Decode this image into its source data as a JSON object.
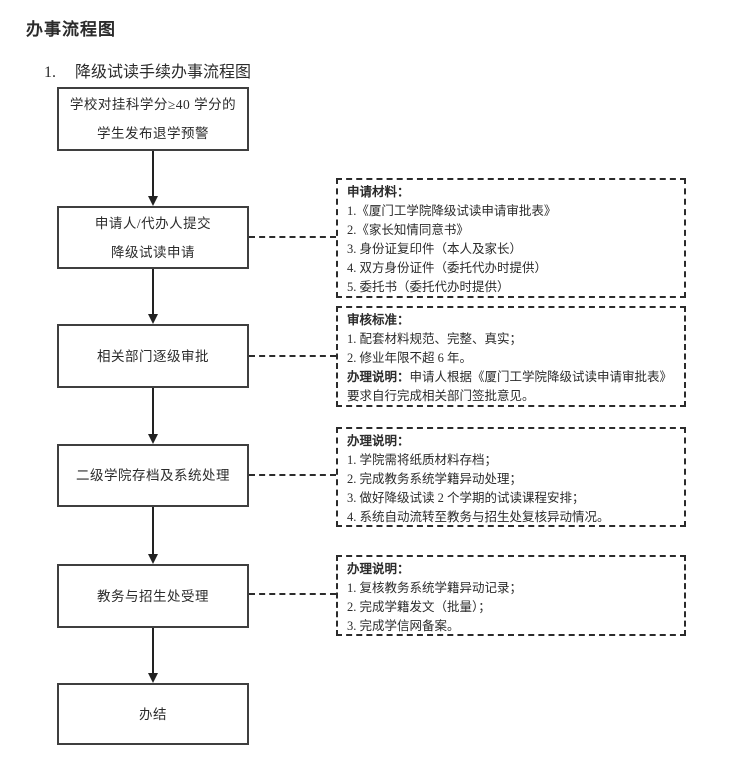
{
  "page": {
    "title": "办事流程图",
    "list_number": "1.",
    "list_title": "降级试读手续办事流程图"
  },
  "flow": {
    "steps": [
      {
        "lines": [
          "学校对挂科学分≥40 学分的",
          "学生发布退学预警"
        ]
      },
      {
        "lines": [
          "申请人/代办人提交",
          "降级试读申请"
        ]
      },
      {
        "lines": [
          "相关部门逐级审批"
        ]
      },
      {
        "lines": [
          "二级学院存档及系统处理"
        ]
      },
      {
        "lines": [
          "教务与招生处受理"
        ]
      },
      {
        "lines": [
          "办结"
        ]
      }
    ]
  },
  "notes": [
    {
      "heading": "申请材料：",
      "items": [
        "1.《厦门工学院降级试读申请审批表》",
        "2.《家长知情同意书》",
        "3. 身份证复印件（本人及家长）",
        "4. 双方身份证件（委托代办时提供）",
        "5. 委托书（委托代办时提供）"
      ]
    },
    {
      "heading": "审核标准：",
      "items": [
        "1. 配套材料规范、完整、真实；",
        "2. 修业年限不超 6 年。"
      ],
      "heading2": "办理说明：",
      "heading2_text": "申请人根据《厦门工学院降级试读申请审批表》",
      "heading2_text2": "要求自行完成相关部门签批意见。"
    },
    {
      "heading": "办理说明：",
      "items": [
        "1. 学院需将纸质材料存档；",
        "2. 完成教务系统学籍异动处理；",
        "3. 做好降级试读 2 个学期的试读课程安排；",
        "4. 系统自动流转至教务与招生处复核异动情况。"
      ]
    },
    {
      "heading": "办理说明：",
      "items": [
        "1. 复核教务系统学籍异动记录；",
        "2. 完成学籍发文（批量）；",
        "3. 完成学信网备案。"
      ]
    }
  ],
  "colors": {
    "background": "#ffffff",
    "text": "#2b2b2b",
    "solid_box_border": "#3f3f3f",
    "dashed_box_border": "#2b2b2b"
  }
}
